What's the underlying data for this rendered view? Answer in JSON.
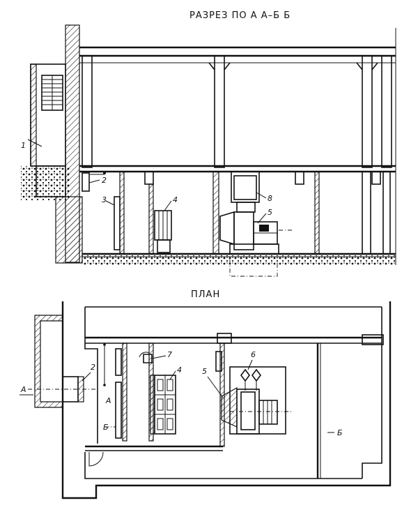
{
  "section": {
    "title": "РАЗРЕЗ ПО А А–Б Б",
    "labels": [
      "1",
      "2",
      "3",
      "4",
      "8",
      "5"
    ]
  },
  "plan": {
    "title": "ПЛАН",
    "labels": [
      "2",
      "7",
      "4",
      "6",
      "5",
      "А",
      "Б",
      "Б",
      "А",
      "Б"
    ]
  }
}
